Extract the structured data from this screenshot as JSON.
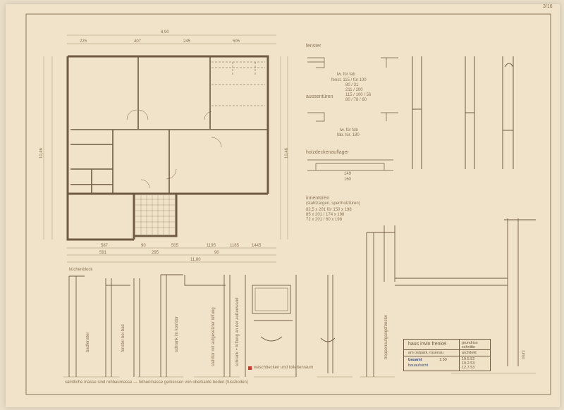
{
  "sheet": {
    "number": "3/16"
  },
  "plan": {
    "dims_top_total": "8,90",
    "dims_top": [
      "225",
      "407",
      "245",
      "505"
    ],
    "dims_left": "10,46",
    "dims_right": "10,46",
    "dims_bottom": [
      "587",
      "90",
      "505",
      "1195",
      "1185",
      "1445"
    ],
    "dims_bottom2": [
      "591",
      "295",
      "90"
    ],
    "dims_bottom_total": "11,80"
  },
  "details": {
    "windows_heading": "fenster",
    "window_table_title": "lw. für fab",
    "window_table": [
      "fenst. 115 / für 100",
      "80 / 31",
      "211 / 200",
      "115 / 100 / 56",
      "80 / 78 / 60"
    ],
    "exterior_doors_heading": "aussentüren",
    "exterior_doors_table": [
      "lw. für fab",
      "fab. tür. 180"
    ],
    "lintel_heading": "holzdeckenauflager",
    "lintel_dims": [
      "149",
      "160"
    ],
    "interior_doors_heading": "innentüren",
    "interior_doors_sub": "(stahlzargen, sperrholztüren)",
    "interior_doors_table": [
      "82,5 x 201 für 150 x 198",
      "85 x 201 / 174 x 198",
      "72 x 201 / 60 x 198"
    ]
  },
  "sections": {
    "labels": [
      "küchenblock",
      "badfenster",
      "fenster bei bad",
      "schrank im korridor",
      "stahltür mit aufgesetzter lüftung",
      "schrank + lüftung an der außenwand",
      "waschbecken und toilettenraum",
      "treppenaufgangsfenster",
      "sturz"
    ]
  },
  "footnote": "sämtliche masse sind rohbaumasse — höhenmasse gemessen von oberkante boden (fussboden)",
  "title_block": {
    "client": "haus irwin frenkel",
    "drawing": "grundriss schnitte",
    "project": "am ostpark, rosenau",
    "scale": "1:50",
    "architect": "architekt",
    "stamp_line1": "bauamt",
    "stamp_line2": "bauaufsicht",
    "date1": "19.5.52",
    "date2": "10.2.53",
    "date3": "12.7.53"
  },
  "colors": {
    "paper": "#f0e3c9",
    "ink": "#6f5a44",
    "faint": "#b7a080",
    "stamp": "#3d4d88"
  }
}
